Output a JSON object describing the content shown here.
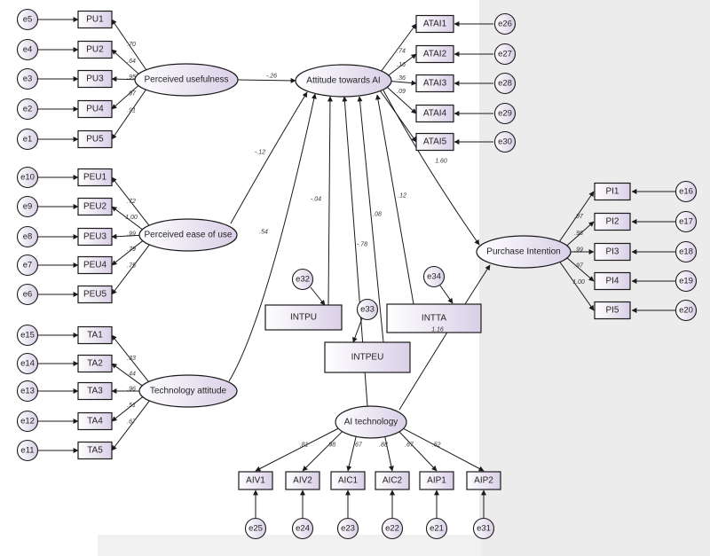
{
  "latent": {
    "pu": "Perceived usefulness",
    "peu": "Perceived ease of use",
    "ta": "Technology attitude",
    "atai": "Attitude towards AI",
    "pi": "Purchase Intention",
    "ait": "AI technology"
  },
  "indicators": {
    "pu": [
      {
        "name": "PU1",
        "error": "e5",
        "loading": ".70"
      },
      {
        "name": "PU2",
        "error": "e4",
        "loading": ".64"
      },
      {
        "name": "PU3",
        "error": "e3",
        "loading": ".95"
      },
      {
        "name": "PU4",
        "error": "e2",
        "loading": ".97"
      },
      {
        "name": "PU5",
        "error": "e1",
        "loading": ".91"
      }
    ],
    "peu": [
      {
        "name": "PEU1",
        "error": "e10",
        "loading": ".72"
      },
      {
        "name": "PEU2",
        "error": "e9",
        "loading": "1.00"
      },
      {
        "name": "PEU3",
        "error": "e8",
        "loading": ".99"
      },
      {
        "name": "PEU4",
        "error": "e7",
        "loading": ".79"
      },
      {
        "name": "PEU5",
        "error": "e6",
        "loading": ".75"
      }
    ],
    "ta": [
      {
        "name": "TA1",
        "error": "e15",
        "loading": ".33"
      },
      {
        "name": "TA2",
        "error": "e14",
        "loading": ".44"
      },
      {
        "name": "TA3",
        "error": "e13",
        "loading": ".96"
      },
      {
        "name": "TA4",
        "error": "e12",
        "loading": ".51"
      },
      {
        "name": "TA5",
        "error": "e11",
        "loading": ".67"
      }
    ],
    "atai": [
      {
        "name": "ATAI1",
        "error": "e26",
        "loading": ".74"
      },
      {
        "name": "ATAI2",
        "error": "e27",
        "loading": ".16"
      },
      {
        "name": "ATAI3",
        "error": "e28",
        "loading": ".36"
      },
      {
        "name": "ATAI4",
        "error": "e29",
        "loading": ".09"
      },
      {
        "name": "ATAI5",
        "error": "e30",
        "loading": ""
      }
    ],
    "pi": [
      {
        "name": "PI1",
        "error": "e16",
        "loading": ".97"
      },
      {
        "name": "PI2",
        "error": "e17",
        "loading": ".98"
      },
      {
        "name": "PI3",
        "error": "e18",
        "loading": ".99"
      },
      {
        "name": "PI4",
        "error": "e19",
        "loading": ".97"
      },
      {
        "name": "PI5",
        "error": "e20",
        "loading": "1.00"
      }
    ],
    "ait": [
      {
        "name": "AIV1",
        "error": "e25",
        "loading": ".81"
      },
      {
        "name": "AIV2",
        "error": "e24",
        "loading": ".98"
      },
      {
        "name": "AIC1",
        "error": "e23",
        "loading": ".67"
      },
      {
        "name": "AIC2",
        "error": "e22",
        "loading": ".88"
      },
      {
        "name": "AIP1",
        "error": "e21",
        "loading": ".67"
      },
      {
        "name": "AIP2",
        "error": "e31",
        "loading": ".52"
      }
    ]
  },
  "interactions": {
    "intpu": {
      "name": "INTPU",
      "error": "e32"
    },
    "intpeu": {
      "name": "INTPEU",
      "error": "e33"
    },
    "intta": {
      "name": "INTTA",
      "error": "e34"
    }
  },
  "paths": {
    "pu_atai": "-.26",
    "peu_atai": "-.12",
    "ta_atai": ".54",
    "intpu_atai": "-.04",
    "intpeu_atai": ".08",
    "intta_atai": ".12",
    "ait_atai": "-.78",
    "atai_pi": "1.60",
    "ait_pi": "1.16"
  },
  "colors": {
    "background_left": "#ffffff",
    "background_right": "#ececec",
    "node_fill_light": "#ffffff",
    "node_fill_dark": "#d8cfe6",
    "stroke": "#1a1a1a"
  }
}
